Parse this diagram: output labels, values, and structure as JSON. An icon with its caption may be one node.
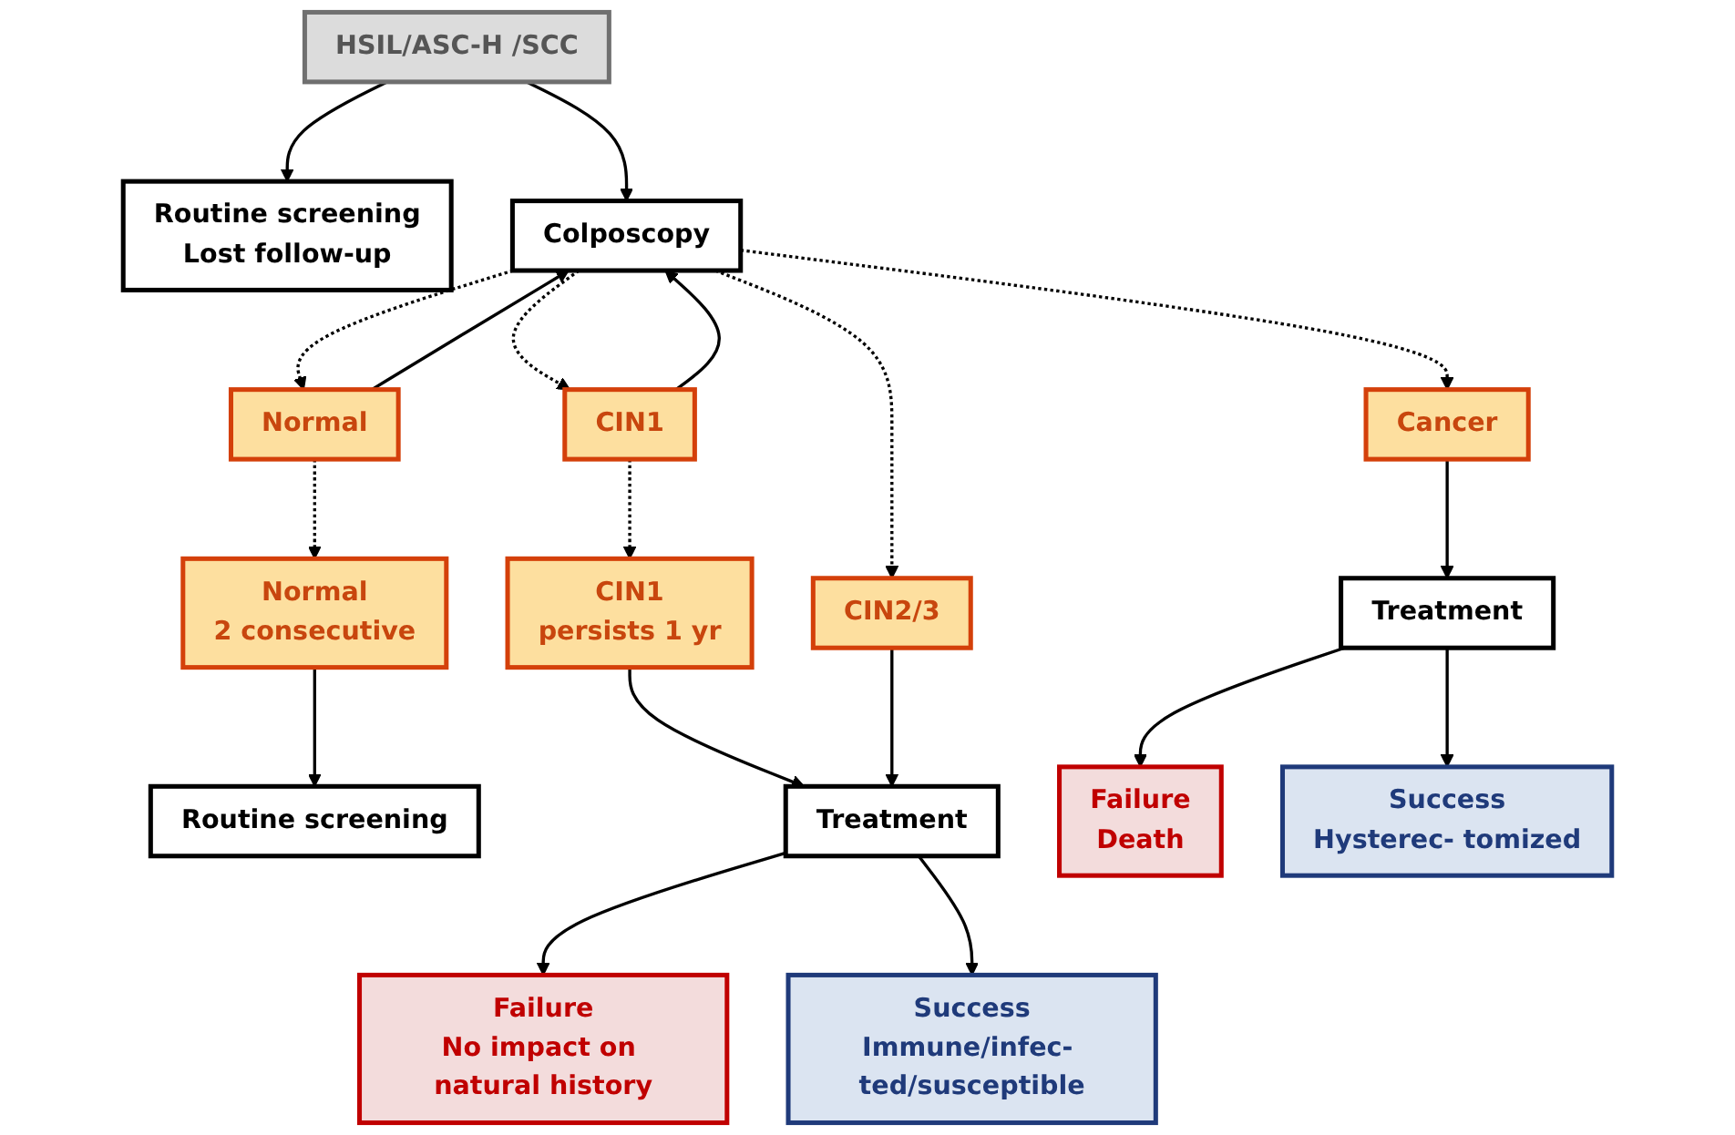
{
  "diagram": {
    "nodes": [
      {
        "text": [
          "Routine screening",
          "Lost follow-up"
        ]
      },
      {
        "text": [
          "HSIL/ASC-H /SCC"
        ]
      },
      {
        "text": [
          "Colposcopy"
        ]
      },
      {
        "text": [
          "Normal"
        ]
      },
      {
        "text": [
          "CIN1"
        ]
      },
      {
        "text": [
          "CIN2/3"
        ]
      },
      {
        "text": [
          "Cancer"
        ]
      },
      {
        "text": [
          "Normal",
          "2 consecutive"
        ]
      },
      {
        "text": [
          "CIN1",
          "persists 1 yr"
        ]
      },
      {
        "text": [
          "Routine screening"
        ]
      },
      {
        "text": [
          "Treatment"
        ]
      },
      {
        "text": [
          "Treatment"
        ]
      },
      {
        "text": [
          "Failure",
          "No impact on natural history"
        ]
      },
      {
        "text": [
          "Success",
          "Immune/infec- ted/susceptible"
        ]
      },
      {
        "text": [
          "Failure",
          "Death"
        ]
      },
      {
        "text": [
          "Success",
          "Hysterec- tomized"
        ]
      }
    ],
    "edges": [
      {
        "from": 1,
        "to": 0,
        "arrow": "to"
      },
      {
        "from": 1,
        "to": 2,
        "arrow": "to"
      },
      {
        "from": 2,
        "to": 3,
        "arrow": "to",
        "style": "dashed"
      },
      {
        "from": 2,
        "to": 4,
        "arrow": "to",
        "style": "dashed"
      },
      {
        "from": 2,
        "to": 5,
        "arrow": "to",
        "style": "dashed"
      },
      {
        "from": 2,
        "to": 6,
        "arrow": "to",
        "style": "dashed"
      },
      {
        "from": 3,
        "to": 2,
        "arrow": "to"
      },
      {
        "from": 4,
        "to": 2,
        "arrow": "to"
      },
      {
        "from": 3,
        "to": 7,
        "arrow": "to",
        "style": "dashed"
      },
      {
        "from": 4,
        "to": 8,
        "arrow": "to",
        "style": "dashed"
      },
      {
        "from": 7,
        "to": 9,
        "arrow": "to"
      },
      {
        "from": 8,
        "to": 10,
        "arrow": "to"
      },
      {
        "from": 5,
        "to": 10,
        "arrow": "to"
      },
      {
        "from": 6,
        "to": 11,
        "arrow": "to"
      },
      {
        "from": 10,
        "to": 12,
        "arrow": "to"
      },
      {
        "from": 10,
        "to": 13,
        "arrow": "to"
      },
      {
        "from": 11,
        "to": 14,
        "arrow": "to"
      },
      {
        "from": 11,
        "to": 15,
        "arrow": "to"
      }
    ]
  }
}
